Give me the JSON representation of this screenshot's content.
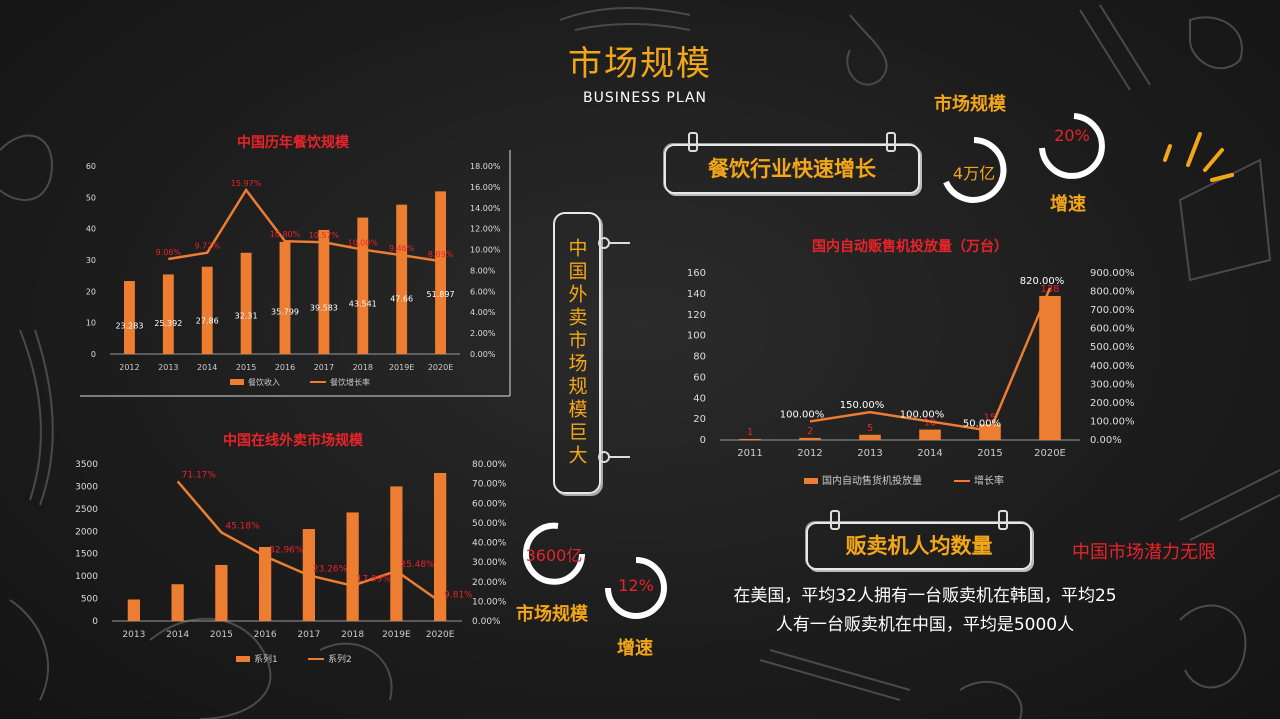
{
  "page": {
    "title": "市场规模",
    "subtitle": "BUSINESS PLAN"
  },
  "colors": {
    "accent": "#f4a619",
    "bar": "#ed7d31",
    "red": "#e8232a"
  },
  "signs": {
    "top": "餐饮行业快速增长",
    "vertical": "中国外卖市场规模巨大",
    "bottom": "贩卖机人均数量"
  },
  "top_right": {
    "label_scale": "市场规模",
    "value_scale": "4万亿",
    "value_growth": "20%",
    "label_growth": "增速"
  },
  "bottom_mid": {
    "value_scale": "3600亿",
    "label_scale": "市场规模",
    "value_growth": "12%",
    "label_growth": "增速"
  },
  "potential": "中国市场潜力无限",
  "paragraph": {
    "line1": "在美国，平均32人拥有一台贩卖机在韩国，平均25",
    "line2": "人有一台贩卖机在中国，平均是5000人"
  },
  "chart_data": [
    {
      "type": "bar",
      "title": "中国历年餐饮规模",
      "categories": [
        "2012",
        "2013",
        "2014",
        "2015",
        "2016",
        "2017",
        "2018",
        "2019E",
        "2020E"
      ],
      "series": [
        {
          "name": "餐饮收入",
          "kind": "bar",
          "values": [
            23.283,
            25.392,
            27.86,
            32.31,
            35.799,
            39.583,
            43.541,
            47.66,
            51.897
          ],
          "labels": [
            "23.283",
            "25.392",
            "27.86",
            "32.31",
            "35.799",
            "39.583",
            "43.541",
            "47.66",
            "51.897"
          ]
        },
        {
          "name": "餐饮增长率",
          "kind": "line",
          "axis": "right",
          "values": [
            9.1,
            9.7,
            15.7,
            10.8,
            10.7,
            10.0,
            9.46,
            8.89
          ],
          "start_index": 1,
          "labels": [
            "9.06%",
            "9.72%",
            "15.97%",
            "10.80%",
            "10.57%",
            "10.00%",
            "9.46%",
            "8.89%"
          ]
        }
      ],
      "ylim": [
        0,
        60
      ],
      "yticks": [
        "0",
        "10",
        "20",
        "30",
        "40",
        "50",
        "60"
      ],
      "y2lim": [
        0,
        18
      ],
      "y2ticks": [
        "0.00%",
        "2.00%",
        "4.00%",
        "6.00%",
        "8.00%",
        "10.00%",
        "12.00%",
        "14.00%",
        "16.00%",
        "18.00%"
      ],
      "legend": "bottom"
    },
    {
      "type": "bar",
      "title": "中国在线外卖市场规模",
      "categories": [
        "2013",
        "2014",
        "2015",
        "2016",
        "2017",
        "2018",
        "2019E",
        "2020E"
      ],
      "series": [
        {
          "name": "系列1",
          "kind": "bar",
          "values": [
            480,
            820,
            1250,
            1650,
            2050,
            2420,
            3000,
            3300
          ]
        },
        {
          "name": "系列2",
          "kind": "line",
          "axis": "right",
          "values": [
            71.17,
            45.18,
            32.96,
            23.26,
            17.99,
            25.48,
            9.81
          ],
          "start_index": 1,
          "labels": [
            "71.17%",
            "45.18%",
            "32.96%",
            "23.26%",
            "17.99%",
            "25.48%",
            "9.81%"
          ]
        }
      ],
      "ylim": [
        0,
        3500
      ],
      "yticks": [
        "0",
        "500",
        "1000",
        "1500",
        "2000",
        "2500",
        "3000",
        "3500"
      ],
      "y2lim": [
        0,
        80
      ],
      "y2ticks": [
        "0.00%",
        "10.00%",
        "20.00%",
        "30.00%",
        "40.00%",
        "50.00%",
        "60.00%",
        "70.00%",
        "80.00%"
      ],
      "legend": "bottom"
    },
    {
      "type": "bar",
      "title": "国内自动贩售机投放量（万台）",
      "categories": [
        "2011",
        "2012",
        "2013",
        "2014",
        "2015",
        "2020E"
      ],
      "series": [
        {
          "name": "国内自动售货机投放量",
          "kind": "bar",
          "values": [
            1,
            2,
            5,
            10,
            15,
            138
          ],
          "labels": [
            "1",
            "2",
            "5",
            "10",
            "15",
            "138"
          ]
        },
        {
          "name": "增长率",
          "kind": "line",
          "axis": "right",
          "values": [
            100,
            150,
            100,
            50,
            820
          ],
          "start_index": 1,
          "labels": [
            "100.00%",
            "150.00%",
            "100.00%",
            "50.00%",
            "820.00%"
          ]
        }
      ],
      "ylim": [
        0,
        160
      ],
      "yticks": [
        "0",
        "20",
        "40",
        "60",
        "80",
        "100",
        "120",
        "140",
        "160"
      ],
      "y2lim": [
        0,
        900
      ],
      "y2ticks": [
        "0.00%",
        "100.00%",
        "200.00%",
        "300.00%",
        "400.00%",
        "500.00%",
        "600.00%",
        "700.00%",
        "800.00%",
        "900.00%"
      ],
      "legend": "bottom"
    }
  ]
}
